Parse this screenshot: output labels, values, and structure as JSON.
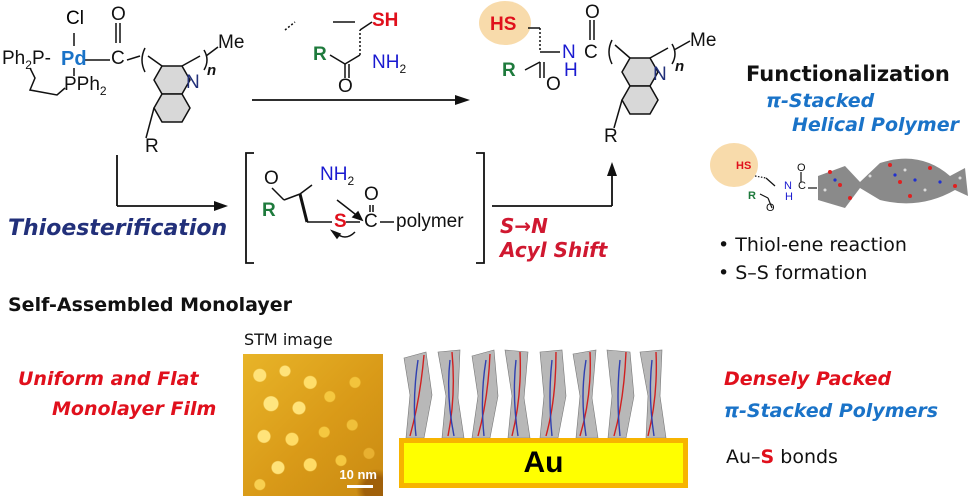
{
  "figure": {
    "type": "chemistry-graphical-abstract",
    "colors": {
      "palladium": "#1a73c8",
      "nitrogen": "#1a1ad0",
      "quinoline_N": "#22307a",
      "sulfur": "#e0101c",
      "r_group": "#1e7a3c",
      "thiol_highlight": "#f7d59c",
      "gold_fill": "#ffff00",
      "gold_border": "#f7b400",
      "heading_red": "#e0101c",
      "heading_blue": "#1a73c8",
      "heading_navy": "#22307a"
    }
  },
  "start_complex": {
    "cl": "Cl",
    "ligand_left": "Ph",
    "ligand_left_sub": "2",
    "ligand_left_p": "P-",
    "metal": "Pd",
    "ligand_bottom": "PPh",
    "ligand_bottom_sub": "2",
    "carbonyl_o": "O",
    "carbonyl_c": "C",
    "end_group": "Me",
    "repeat": "n",
    "ring_n": "N",
    "substituent": "R"
  },
  "reagent": {
    "thiol": "SH",
    "r": "R",
    "amine": "NH",
    "amine_sub": "2",
    "carbonyl_o": "O"
  },
  "product": {
    "thiol": "HS",
    "r": "R",
    "carbonyl_o": "O",
    "amide_n": "N",
    "amide_h": "H",
    "amide_o": "O",
    "amide_c": "C",
    "end_group": "Me",
    "repeat": "n",
    "ring_n": "N",
    "substituent": "R"
  },
  "intermediate": {
    "o": "O",
    "r": "R",
    "amine": "NH",
    "amine_sub": "2",
    "s": "S",
    "thioester_o": "O",
    "thioester_c": "C",
    "polymer": "polymer"
  },
  "labels": {
    "thioesterification": "Thioesterification",
    "acyl_shift_line1": "S→N",
    "acyl_shift_line2": "Acyl Shift",
    "functionalization": "Functionalization",
    "helical_line1": "π-Stacked",
    "helical_line2": "Helical Polymer",
    "bullets": [
      "Thiol-ene reaction",
      "S–S formation"
    ],
    "sam_title": "Self-Assembled Monolayer",
    "stm_caption": "STM image",
    "stm_scale": "10 nm",
    "uniform_line1": "Uniform and Flat",
    "uniform_line2": "Monolayer Film",
    "gold": "Au",
    "densely_line1": "Densely Packed",
    "densely_line2": "π-Stacked Polymers",
    "au_s_prefix": "Au–",
    "au_s_s": "S",
    "au_s_suffix": " bonds"
  },
  "mini_product": {
    "thiol": "HS",
    "r": "R",
    "n": "N",
    "h": "H",
    "c": "C",
    "o": "O"
  }
}
